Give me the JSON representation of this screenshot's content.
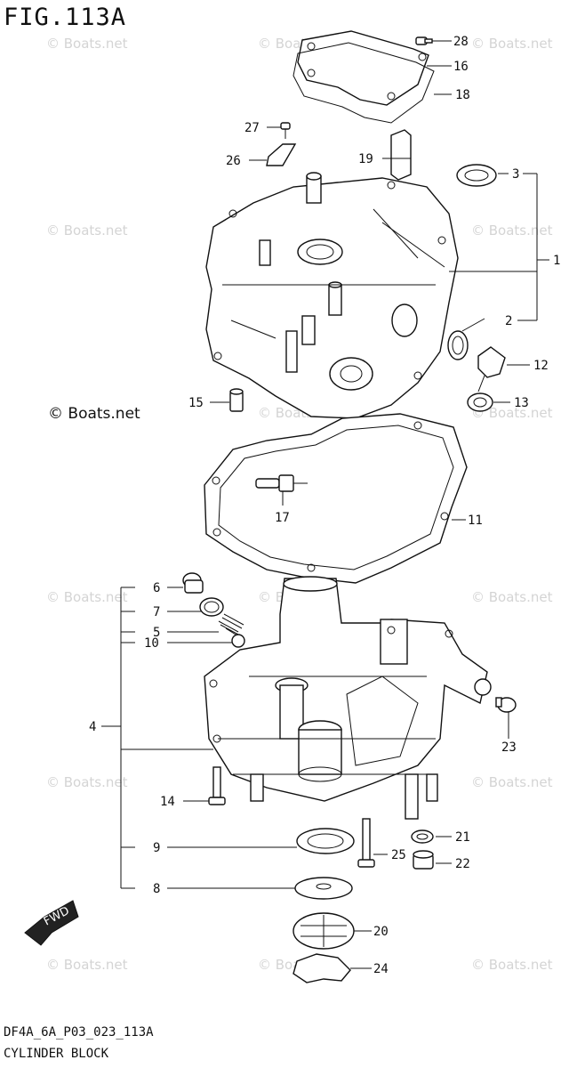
{
  "figure": {
    "title": "FIG.113A",
    "code": "DF4A_6A_P03_023_113A",
    "name": "CYLINDER BLOCK"
  },
  "watermark": {
    "text": "© Boats.net",
    "bold_text": "© Boats.net"
  },
  "fwd_label": "FWD",
  "callouts": {
    "c1": "1",
    "c2": "2",
    "c3": "3",
    "c4": "4",
    "c5": "5",
    "c6": "6",
    "c7": "7",
    "c8": "8",
    "c9": "9",
    "c10": "10",
    "c11": "11",
    "c12": "12",
    "c13": "13",
    "c14": "14",
    "c15": "15",
    "c16": "16",
    "c17": "17",
    "c18": "18",
    "c19": "19",
    "c20": "20",
    "c21": "21",
    "c22": "22",
    "c23": "23",
    "c24": "24",
    "c25": "25",
    "c26": "26",
    "c27": "27",
    "c28": "28"
  },
  "icons": {
    "fwd": "fwd-arrow-icon"
  }
}
